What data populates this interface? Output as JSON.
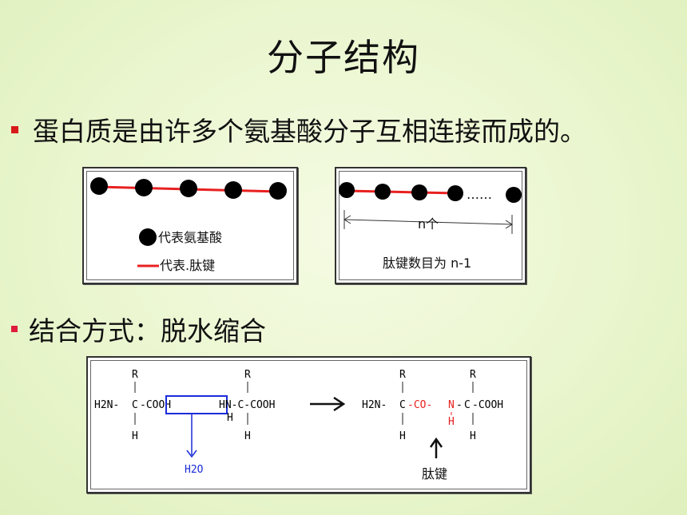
{
  "title": "分子结构",
  "bullet1": "蛋白质是由许多个氨基酸分子互相连接而成的。",
  "bullet2": "结合方式：脱水缩合",
  "panel1": {
    "legend_dot": "代表氨基酸",
    "legend_line": "代表.肽键"
  },
  "panel2": {
    "dots": "……",
    "n_label": "n个",
    "caption": "肽键数目为 n-1"
  },
  "reaction": {
    "r": "R",
    "h": "H",
    "h2n": "H2N-",
    "c": "C",
    "cooh_left": "-COOH",
    "cooh_right": "-COOH",
    "hn": "HN-C-COOH",
    "water": "H2O",
    "co": "-CO-",
    "n": "N",
    "dash": "-",
    "bond_label": "肽键"
  },
  "colors": {
    "bond_line": "#e82020",
    "water": "#1a2cd8",
    "peptide": "#e82020",
    "bullet": "#d81a1a"
  }
}
